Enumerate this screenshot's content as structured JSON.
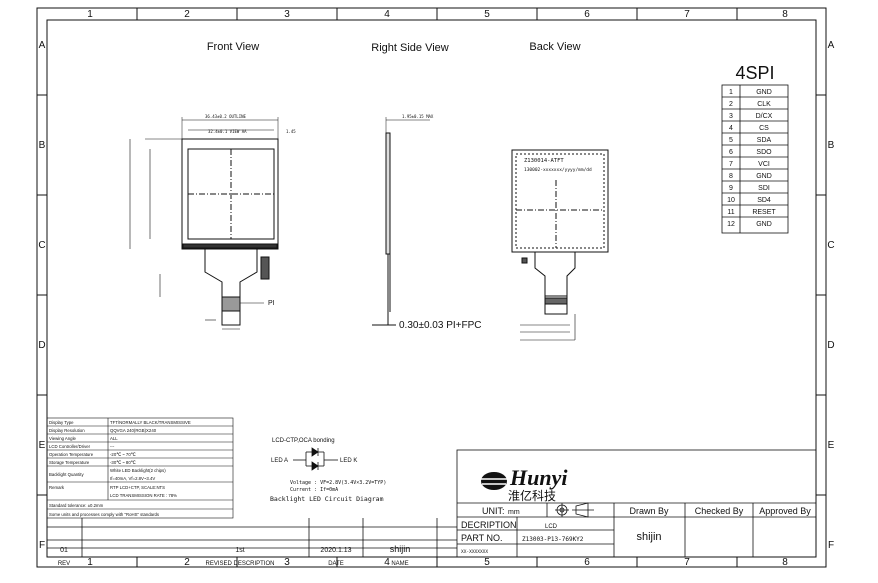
{
  "frame": {
    "top_cols": [
      "1",
      "2",
      "3",
      "4",
      "5",
      "6",
      "7",
      "8"
    ],
    "side_rows": [
      "A",
      "B",
      "C",
      "D",
      "E",
      "F"
    ]
  },
  "views": {
    "front": "Front View",
    "right": "Right Side View",
    "back": "Back View"
  },
  "pin_table": {
    "title": "4SPI",
    "rows": [
      {
        "no": "1",
        "name": "GND"
      },
      {
        "no": "2",
        "name": "CLK"
      },
      {
        "no": "3",
        "name": "D/CX"
      },
      {
        "no": "4",
        "name": "CS"
      },
      {
        "no": "5",
        "name": "SDA"
      },
      {
        "no": "6",
        "name": "SDO"
      },
      {
        "no": "7",
        "name": "VCI"
      },
      {
        "no": "8",
        "name": "GND"
      },
      {
        "no": "9",
        "name": "SDI"
      },
      {
        "no": "10",
        "name": "SD4"
      },
      {
        "no": "11",
        "name": "RESET"
      },
      {
        "no": "12",
        "name": "GND"
      }
    ]
  },
  "back_label": {
    "line1": "Z130014-ATFT",
    "line2": "130002-xxxxxxx/yyyy/mm/dd"
  },
  "thickness_note": "0.30±0.03  PI+FPC",
  "pi_label": "PI",
  "specs": [
    {
      "k": "Display Type",
      "v": "TFT/NORMALLY BLACK/TRANSMISSIVE"
    },
    {
      "k": "Display Resolution",
      "v": "QQVGA 240(RGB)X240"
    },
    {
      "k": "Viewing Angle",
      "v": "ALL"
    },
    {
      "k": "LCD Controller/Driver",
      "v": "---"
    },
    {
      "k": "Operation Temperature",
      "v": "-20℃ ~ 70℃"
    },
    {
      "k": "Storage Temperature",
      "v": "-30℃ ~ 80℃"
    },
    {
      "k": "Backlight Quantity",
      "v": "White LED Backlight(2 chips)"
    },
    {
      "k": "",
      "v": "If=40mA, Vf=2.8V~3.4V"
    },
    {
      "k": "Remark",
      "v": "RTP LCD+CTP, SCALE:NTS"
    },
    {
      "k": "",
      "v": "LCD TRANSMISSION RATE : 78%"
    },
    {
      "k": "Standard tolerance: ±0.2mm",
      "v": ""
    },
    {
      "k": "Some units and processes comply with \"RoHS\" standards",
      "v": ""
    }
  ],
  "circuit": {
    "title": "LCD-CTP,OCA bonding",
    "led_a": "LED A",
    "led_k": "LED K",
    "voltage": "Voltage : VF=2.8V(3.4V×3.2V=TYP)",
    "current": "Current : If=0mA",
    "caption": "Backlight LED Circuit Diagram"
  },
  "logo": {
    "brand": "Hunyi",
    "cn": "淮亿科技"
  },
  "title_block": {
    "unit_label": "UNIT:",
    "unit_val": "mm",
    "drawn_by": "Drawn By",
    "checked_by": "Checked By",
    "approved_by": "Approved By",
    "description_label": "DECRIPTION",
    "description_val": "LCD",
    "part_no_label": "PART NO.",
    "part_no_val": "Z13003-P13-769KY2",
    "drawer": "shijin",
    "small_note": "XX-XXXXXXX"
  },
  "revision": {
    "rev": "01",
    "desc": "1st",
    "date": "2020.1.13",
    "name": "shijin",
    "h_rev": "REV",
    "h_desc": "REVISED DESCRIPTION",
    "h_date": "DATE",
    "h_name": "NAME"
  }
}
